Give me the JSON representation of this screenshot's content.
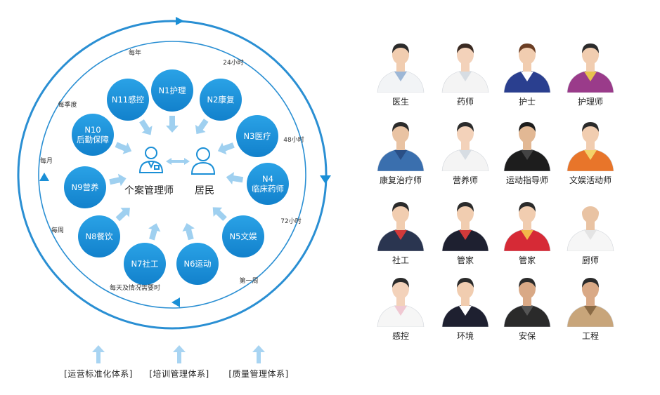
{
  "colors": {
    "primary": "#1a8fd6",
    "ring": "#2a8fd3",
    "arrow_light": "#9fd0f0",
    "text": "#222222"
  },
  "diagram": {
    "center": {
      "manager_label": "个案管理师",
      "resident_label": "居民",
      "manager_icon": "case-manager-icon",
      "resident_icon": "resident-icon"
    },
    "nodes": [
      {
        "id": "n1",
        "lines": [
          "N1护理"
        ]
      },
      {
        "id": "n2",
        "lines": [
          "N2康复"
        ]
      },
      {
        "id": "n3",
        "lines": [
          "N3医疗"
        ]
      },
      {
        "id": "n4",
        "lines": [
          "N4",
          "临床药师"
        ]
      },
      {
        "id": "n5",
        "lines": [
          "N5文娱"
        ]
      },
      {
        "id": "n6",
        "lines": [
          "N6运动"
        ]
      },
      {
        "id": "n7",
        "lines": [
          "N7社工"
        ]
      },
      {
        "id": "n8",
        "lines": [
          "N8餐饮"
        ]
      },
      {
        "id": "n9",
        "lines": [
          "N9营养"
        ]
      },
      {
        "id": "n10",
        "lines": [
          "N10",
          "后勤保障"
        ]
      },
      {
        "id": "n11",
        "lines": [
          "N11感控"
        ]
      }
    ],
    "frequency_labels": [
      "每年",
      "24小时",
      "48小时",
      "72小时",
      "第一周",
      "每天及情况需要时",
      "每周",
      "每月",
      "每季度"
    ]
  },
  "systems": [
    "[运营标准化体系]",
    "[培训管理体系]",
    "[质量管理体系]"
  ],
  "staff": [
    {
      "role": "医生",
      "uniform": "#f2f4f6",
      "accent": "#9db7d6",
      "skin": "#f1cdb0",
      "hair": "#2b2b2b",
      "icon": "doctor-portrait-icon"
    },
    {
      "role": "药师",
      "uniform": "#f4f4f4",
      "accent": "#d7dde3",
      "skin": "#f3d2ba",
      "hair": "#3a2a22",
      "icon": "pharmacist-portrait-icon"
    },
    {
      "role": "护士",
      "uniform": "#2a3f8f",
      "accent": "#ffffff",
      "skin": "#f1cdb0",
      "hair": "#6b3e24",
      "icon": "nurse-portrait-icon"
    },
    {
      "role": "护理师",
      "uniform": "#9a3b8a",
      "accent": "#e7c24f",
      "skin": "#f1cdb0",
      "hair": "#2b2b2b",
      "icon": "caregiver-portrait-icon"
    },
    {
      "role": "康复治疗师",
      "uniform": "#3a6fae",
      "accent": "#2a4f86",
      "skin": "#e9c3a3",
      "hair": "#2b2b2b",
      "icon": "rehab-therapist-portrait-icon"
    },
    {
      "role": "营养师",
      "uniform": "#f4f4f4",
      "accent": "#d7dde3",
      "skin": "#f3d2ba",
      "hair": "#2b2b2b",
      "icon": "dietitian-portrait-icon"
    },
    {
      "role": "运动指导师",
      "uniform": "#1d1d1d",
      "accent": "#444444",
      "skin": "#e2b894",
      "hair": "#1d1d1d",
      "icon": "fitness-coach-portrait-icon"
    },
    {
      "role": "文娱活动师",
      "uniform": "#e8752a",
      "accent": "#f4d36a",
      "skin": "#f1cdb0",
      "hair": "#2b2b2b",
      "icon": "recreation-specialist-portrait-icon"
    },
    {
      "role": "社工",
      "uniform": "#2a3550",
      "accent": "#d23a3a",
      "skin": "#f1cdb0",
      "hair": "#2b2b2b",
      "icon": "social-worker-portrait-icon"
    },
    {
      "role": "管家",
      "uniform": "#1e2030",
      "accent": "#d23a3a",
      "skin": "#f1cdb0",
      "hair": "#2b2b2b",
      "icon": "butler-portrait-icon"
    },
    {
      "role": "管家",
      "uniform": "#d62a36",
      "accent": "#f2b84a",
      "skin": "#f1cdb0",
      "hair": "#2b2b2b",
      "icon": "housekeeper-portrait-icon"
    },
    {
      "role": "厨师",
      "uniform": "#f6f6f6",
      "accent": "#e4e4e4",
      "skin": "#e9c3a3",
      "hair": "#ffffff",
      "icon": "chef-portrait-icon"
    },
    {
      "role": "感控",
      "uniform": "#f6f6f6",
      "accent": "#f0c8d2",
      "skin": "#f3d2ba",
      "hair": "#2b2b2b",
      "icon": "infection-control-portrait-icon"
    },
    {
      "role": "环境",
      "uniform": "#1e2030",
      "accent": "#ffffff",
      "skin": "#f1cdb0",
      "hair": "#2b2b2b",
      "icon": "environment-portrait-icon"
    },
    {
      "role": "安保",
      "uniform": "#2a2a2a",
      "accent": "#555555",
      "skin": "#d9a986",
      "hair": "#2b2b2b",
      "icon": "security-portrait-icon"
    },
    {
      "role": "工程",
      "uniform": "#c8a57a",
      "accent": "#8a6a45",
      "skin": "#d9a986",
      "hair": "#2b2b2b",
      "icon": "engineering-portrait-icon"
    }
  ]
}
